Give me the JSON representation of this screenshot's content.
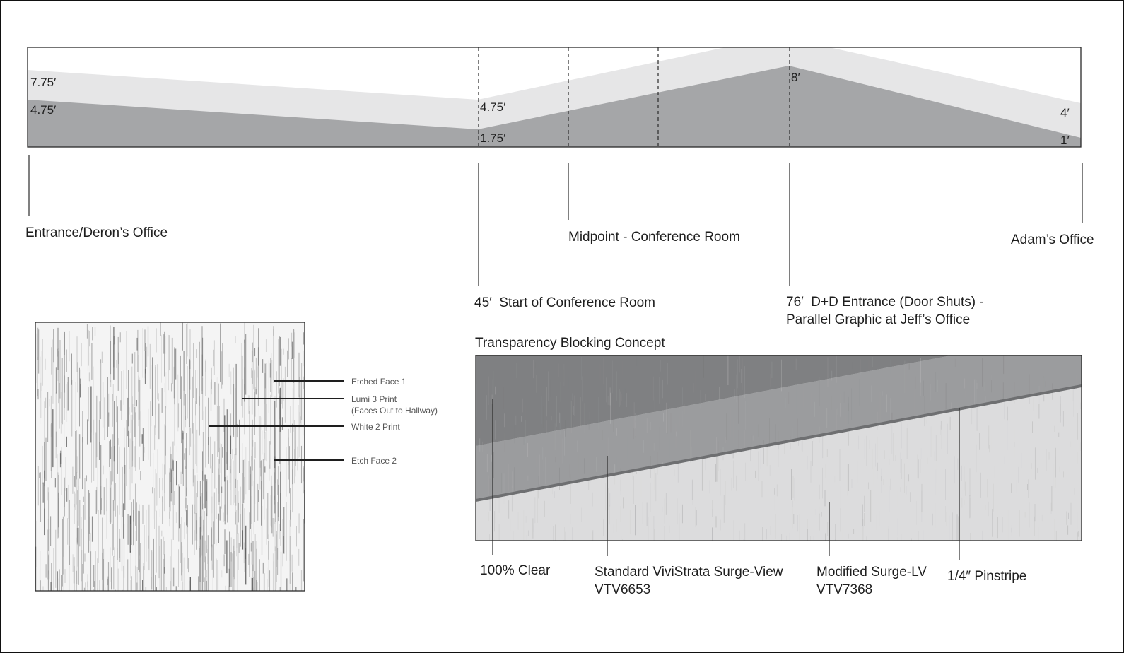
{
  "colors": {
    "background": "#ffffff",
    "border": "#111111",
    "band_light": "#e6e6e7",
    "band_dark": "#a5a6a8",
    "clear_zone": "#7f8082",
    "surge_view": "#9b9c9e",
    "surge_lv": "#dcdcdd",
    "pinstripe": "#6e6f71",
    "line": "#2a2a2a"
  },
  "elevation": {
    "light_band_labels": [
      "7.75′",
      "4.75′",
      "4′"
    ],
    "dark_band_labels": [
      "4.75′",
      "1.75′",
      "8′",
      "1′"
    ],
    "markers": [
      {
        "label": "Entrance/Deron’s Office"
      },
      {
        "label": "45′  Start of Conference Room"
      },
      {
        "label": "Midpoint - Conference Room"
      },
      {
        "label_line1": "76′  D+D Entrance (Door Shuts) -",
        "label_line2": "Parallel Graphic at Jeff’s Office"
      },
      {
        "label": "Adam’s Office"
      }
    ]
  },
  "sample": {
    "icon": "etched-texture-sample",
    "callouts": [
      {
        "label": "Etched Face 1"
      },
      {
        "label_line1": "Lumi 3 Print",
        "label_line2": "(Faces Out to Hallway)"
      },
      {
        "label": "White 2 Print"
      },
      {
        "label": "Etch Face 2"
      }
    ]
  },
  "concept": {
    "title": "Transparency Blocking Concept",
    "callouts": [
      {
        "label": "100% Clear"
      },
      {
        "label_line1": "Standard ViviStrata Surge-View",
        "label_line2": "VTV6653"
      },
      {
        "label_line1": "Modified Surge-LV",
        "label_line2": "VTV7368"
      },
      {
        "label": "1/4″ Pinstripe"
      }
    ]
  }
}
